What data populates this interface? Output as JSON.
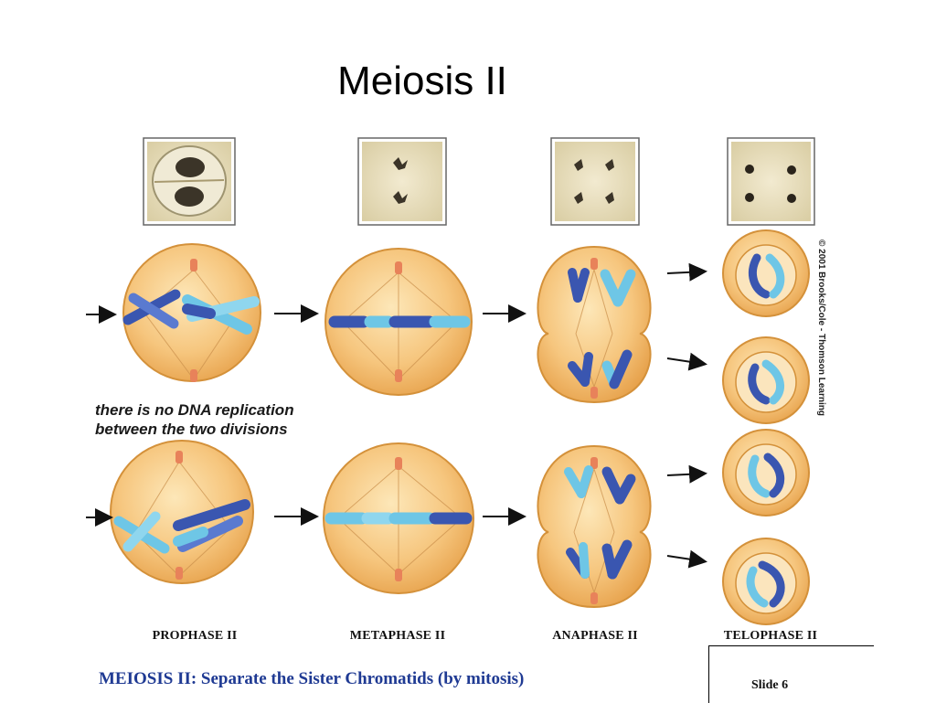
{
  "slide": {
    "title": "Meiosis II",
    "note_line1": "there is no DNA replication",
    "note_line2": "between the two divisions",
    "phases": [
      "PROPHASE II",
      "METAPHASE II",
      "ANAPHASE II",
      "TELOPHASE II"
    ],
    "caption": "MEIOSIS II:  Separate the Sister Chromatids (by mitosis)",
    "copyright": "© 2001 Brooks/Cole - Thomson Learning",
    "slide_number": "Slide 6"
  },
  "colors": {
    "cell_fill": "#f4c47c",
    "cell_stroke": "#d4913a",
    "chromatid_dark": "#3a56b0",
    "chromatid_light": "#6ec6e6",
    "centriole": "#e8825a",
    "caption": "#1f3a93"
  },
  "icons": [
    "arrow-right-icon"
  ]
}
